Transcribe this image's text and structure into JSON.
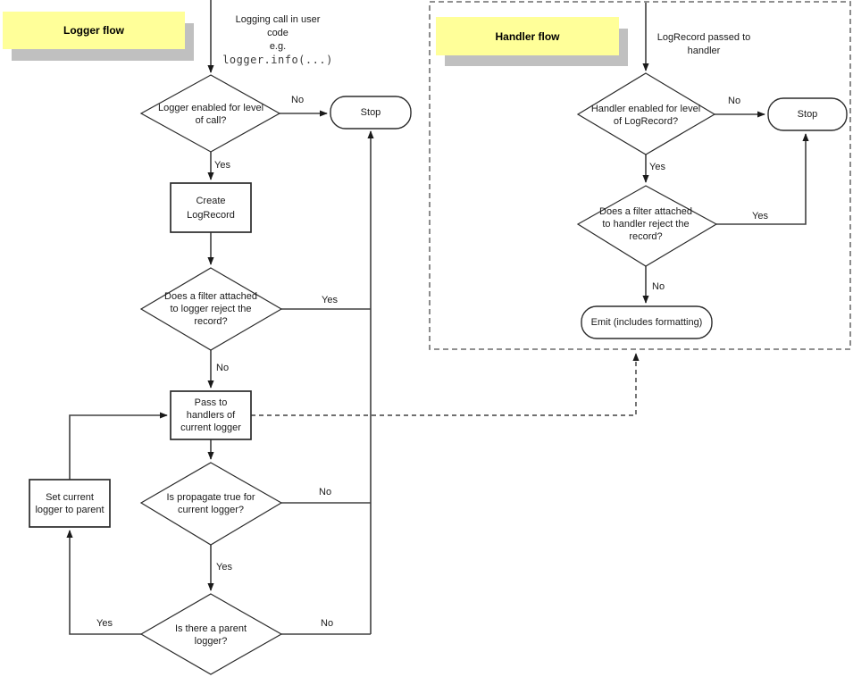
{
  "colors": {
    "note_fill": "#ffff99",
    "note_shadow": "#c0c0c0",
    "line_color": "#404040",
    "shape_stroke": "#2b2b2b",
    "box_stroke": "#808080"
  },
  "logger_flow": {
    "label": "Logger flow",
    "entry": {
      "line1": "Logging call in user",
      "line2": "code",
      "line3": "e.g.",
      "code": "logger.info(...)"
    },
    "nodes": {
      "enabled_q": "Logger enabled for level of call?",
      "stop": "Stop",
      "create": "Create LogRecord",
      "filter_q": "Does a filter attached to logger reject the record?",
      "pass": "Pass to handlers of current logger",
      "propagate_q": "Is propagate true for current logger?",
      "parent_q": "Is there a parent logger?",
      "set_parent": "Set current logger to parent"
    },
    "edges": {
      "enabled_no": "No",
      "enabled_yes": "Yes",
      "filter_yes": "Yes",
      "filter_no": "No",
      "propagate_no": "No",
      "propagate_yes": "Yes",
      "parent_no": "No",
      "parent_yes": "Yes"
    }
  },
  "handler_flow": {
    "label": "Handler flow",
    "entry": {
      "line1": "LogRecord passed to",
      "line2": "handler"
    },
    "nodes": {
      "enabled_q": "Handler enabled for level of LogRecord?",
      "stop": "Stop",
      "filter_q": "Does a filter attached to handler reject the record?",
      "emit": "Emit (includes formatting)"
    },
    "edges": {
      "enabled_no": "No",
      "enabled_yes": "Yes",
      "filter_yes": "Yes",
      "filter_no": "No"
    }
  }
}
